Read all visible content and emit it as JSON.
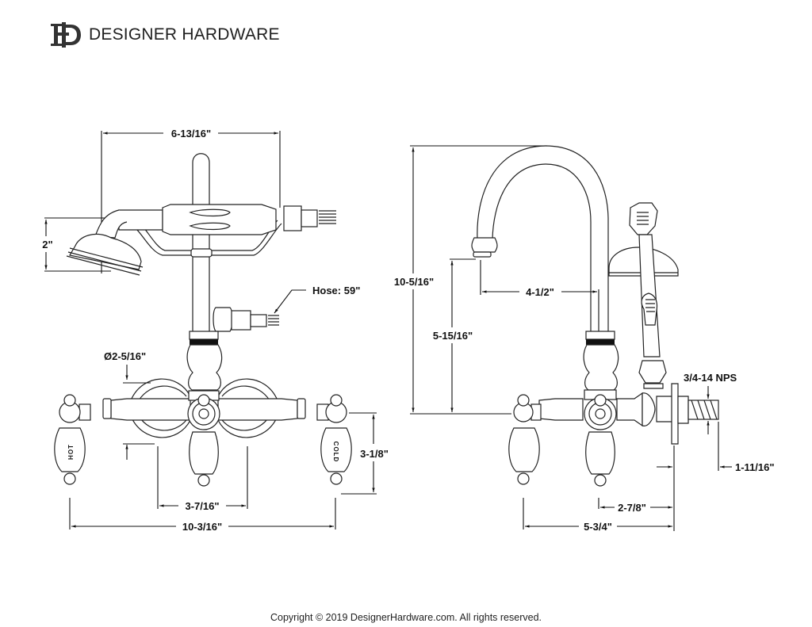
{
  "header": {
    "logo_icon": "dh-monogram-logo",
    "brand_name": "DESIGNER HARDWARE"
  },
  "front_view": {
    "dimensions": {
      "handshower_width": "6-13/16\"",
      "handshower_height": "2\"",
      "hose_label": "Hose: 59\"",
      "flange_diameter": "Ø2-5/16\"",
      "handle_height": "3-1/8\"",
      "center_spacing": "3-7/16\"",
      "overall_width": "10-3/16\""
    },
    "handle_labels": {
      "hot": "HOT",
      "cold": "COLD"
    }
  },
  "side_view": {
    "dimensions": {
      "overall_height": "10-5/16\"",
      "spout_height": "5-15/16\"",
      "spout_reach": "4-1/2\"",
      "connection_thread": "3/4-14 NPS",
      "inlet_length": "1-11/16\"",
      "wall_to_handle": "2-7/8\"",
      "overall_depth": "5-3/4\""
    }
  },
  "footer": {
    "copyright": "Copyright © 2019 DesignerHardware.com. All rights reserved."
  }
}
